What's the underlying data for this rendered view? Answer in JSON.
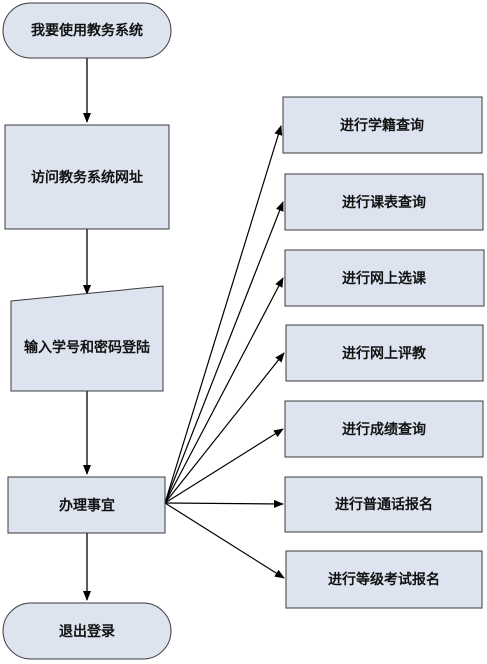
{
  "flow": {
    "start": "我要使用教务系统",
    "visit": "访问教务系统网址",
    "login": "输入学号和密码登陆",
    "handle": "办理事宜",
    "end": "退出登录"
  },
  "services": [
    "进行学籍查询",
    "进行课表查询",
    "进行网上选课",
    "进行网上评教",
    "进行成绩查询",
    "进行普通话报名",
    "进行等级考试报名"
  ],
  "colors": {
    "fill": "#dde4f0",
    "stroke": "#3a3a3a",
    "arrow": "#000000"
  }
}
